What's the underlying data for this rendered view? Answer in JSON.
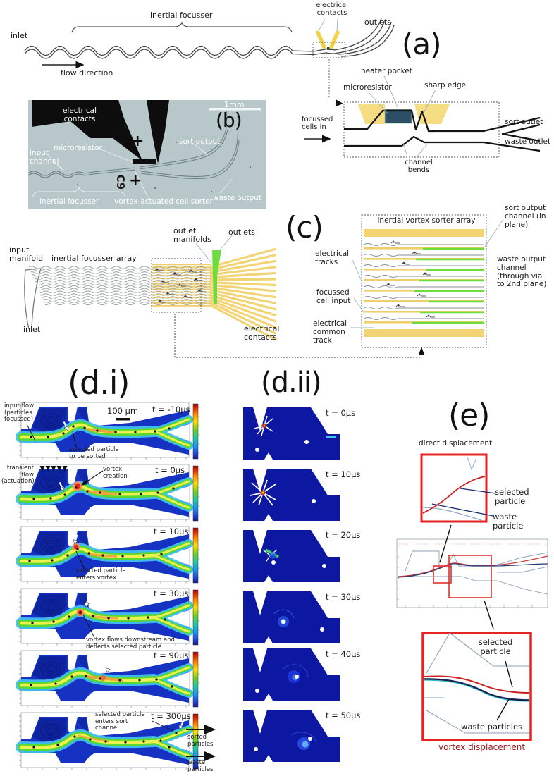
{
  "colors": {
    "contact_yellow": "#f2d24b",
    "manifold_green": "#6edc3c",
    "cfd_blue": "#1632c2",
    "vortex_red": "#e03020",
    "stream_yellow": "#eef052",
    "box_red": "#e62222",
    "micrograph_bg": "#b7c7ca"
  },
  "panel_a": {
    "label": "(a)",
    "inlet": "inlet",
    "inertial_focusser": "inertial focusser",
    "electrical_contacts": "electrical contacts",
    "outlets": "outlets",
    "flow_direction": "flow direction",
    "heater_pocket": "heater pocket",
    "microresistor": "microresistor",
    "sharp_edge": "sharp edge",
    "focussed_cells_in": "focussed cells in",
    "sort_outlet": "sort outlet",
    "waste_outlet": "waste outlet",
    "channel_bends": "channel bends"
  },
  "panel_b": {
    "label": "(b)",
    "electrical_contacts": "electrical contacts",
    "microresistor": "microresistor",
    "input_channel": "input channel",
    "inertial_focusser": "inertial focusser",
    "vortex_sorter": "vortex-actuated cell sorter",
    "sort_output": "sort output",
    "waste_output": "waste output",
    "scale_bar": "1mm",
    "marking": "C9",
    "plus": "+"
  },
  "panel_c": {
    "label": "(c)",
    "input_manifold": "input manifold",
    "inertial_focusser_array": "inertial focusser array",
    "outlet_manifolds": "outlet manifolds",
    "outlets": "outlets",
    "inlet": "inlet",
    "electrical_contacts": "electrical contacts",
    "array_title": "inertial vortex sorter array",
    "electrical_tracks": "electrical tracks",
    "focussed_cell_input": "focussed cell input",
    "electrical_common_track": "electrical common track",
    "sort_output_channel": "sort output channel (in plane)",
    "waste_output_channel": "waste output channel (through via to 2nd plane)"
  },
  "panel_di": {
    "label": "(d.i)",
    "scale_bar": "100 µm",
    "times": [
      "t = -10µs",
      "t = 0µs",
      "t = 10µs",
      "t = 30µs",
      "t = 90µs",
      "t = 300µs"
    ],
    "annotations": {
      "input_flow": "input flow (particles focussed)",
      "selected_particle": "selected particle to be sorted",
      "transient_flow": "transient flow (actuation)",
      "vortex_creation": "vortex creation",
      "enters_vortex": "selected particle enters vortex",
      "vortex_deflects": "vortex flows downstream and deflects selected particle",
      "enters_sort": "selected particle enters sort channel",
      "sorted_particles": "sorted particles",
      "waste_particles": "waste particles"
    }
  },
  "panel_dii": {
    "label": "(d.ii)",
    "times": [
      "t = 0µs",
      "t = 10µs",
      "t = 20µs",
      "t = 30µs",
      "t = 40µs",
      "t = 50µs"
    ]
  },
  "panel_e": {
    "label": "(e)",
    "direct_displacement": "direct displacement",
    "selected_particle": "selected particle",
    "waste_particle": "waste particle",
    "selected_particle_vortex": "selected particle",
    "waste_particles_vortex": "waste particles",
    "vortex_displacement": "vortex displacement"
  }
}
